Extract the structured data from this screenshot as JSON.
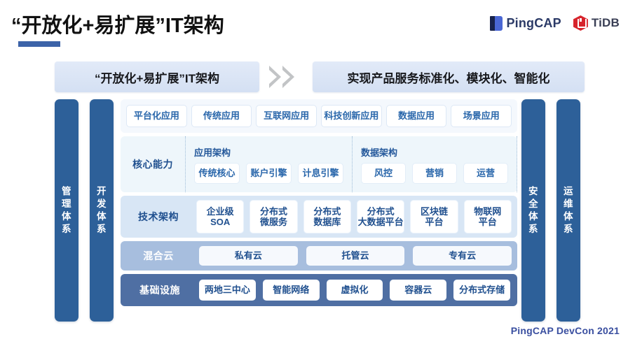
{
  "header": {
    "title": "“开放化+易扩展”IT架构",
    "accent_color": "#3c63a8",
    "brands": [
      {
        "name": "PingCAP",
        "mark": "pingcap-logo-icon"
      },
      {
        "name": "TiDB",
        "mark": "tidb-logo-icon"
      }
    ]
  },
  "banner": {
    "left_label": "“开放化+易扩展”IT架构",
    "arrow_icon": "double-chevron-right-icon",
    "right_label": "实现产品服务标准化、模块化、智能化"
  },
  "pillars": {
    "left": [
      {
        "label": "管理体系"
      },
      {
        "label": "开发体系"
      }
    ],
    "right": [
      {
        "label": "安全体系"
      },
      {
        "label": "运维体系"
      }
    ]
  },
  "stack": {
    "applications": {
      "items": [
        "平台化应用",
        "传统应用",
        "互联网应用",
        "科技创新应用",
        "数据应用",
        "场景应用"
      ]
    },
    "core": {
      "label": "核心能力",
      "groups": [
        {
          "title": "应用架构",
          "items": [
            "传统核心",
            "账户引擎",
            "计息引擎"
          ]
        },
        {
          "title": "数据架构",
          "items": [
            "风控",
            "营销",
            "运营"
          ]
        }
      ]
    },
    "tech": {
      "label": "技术架构",
      "items": [
        "企业级\nSOA",
        "分布式\n微服务",
        "分布式\n数据库",
        "分布式\n大数据平台",
        "区块链\n平台",
        "物联网\n平台"
      ]
    },
    "cloud": {
      "label": "混合云",
      "items": [
        "私有云",
        "托管云",
        "专有云"
      ]
    },
    "infra": {
      "label": "基础设施",
      "items": [
        "两地三中心",
        "智能网络",
        "虚拟化",
        "容器云",
        "分布式存储"
      ]
    }
  },
  "footer": {
    "note": "PingCAP DevCon 2021"
  },
  "colors": {
    "pillar": "#2d6099",
    "apps_bg": "#f4f8fd",
    "core_bg": "#eef6fb",
    "tech_bg": "#d8e6f5",
    "cloud_bg": "#a7bede",
    "infra_bg": "#4f6fa3",
    "banner_bg": "#dbe6f6",
    "text_blue": "#20508f"
  }
}
